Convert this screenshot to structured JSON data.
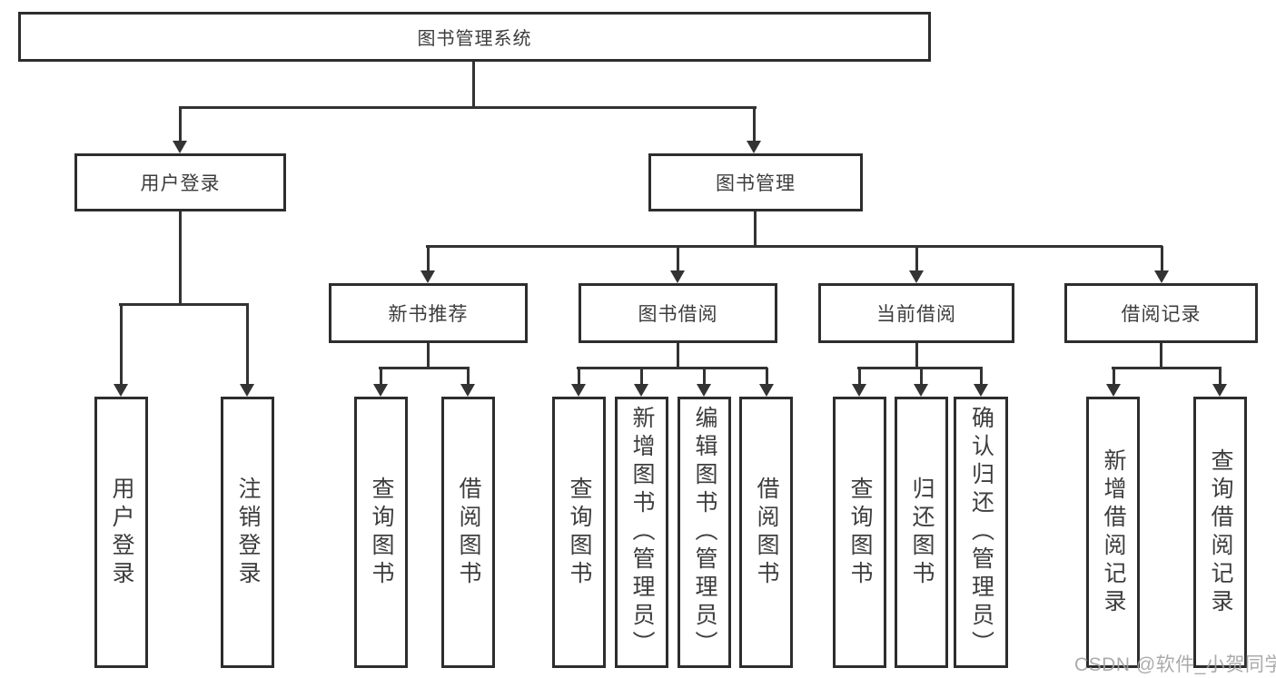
{
  "diagram": {
    "root": "图书管理系统",
    "level2": [
      {
        "label": "用户登录"
      },
      {
        "label": "图书管理"
      }
    ],
    "level3": [
      {
        "label": "新书推荐"
      },
      {
        "label": "图书借阅"
      },
      {
        "label": "当前借阅"
      },
      {
        "label": "借阅记录"
      }
    ],
    "leaves": [
      {
        "label": "用户登录"
      },
      {
        "label": "注销登录"
      },
      {
        "label": "查询图书"
      },
      {
        "label": "借阅图书"
      },
      {
        "label": "查询图书"
      },
      {
        "label": "新增图书（管理员）"
      },
      {
        "label": "编辑图书（管理员）"
      },
      {
        "label": "借阅图书"
      },
      {
        "label": "查询图书"
      },
      {
        "label": "归还图书"
      },
      {
        "label": "确认归还（管理员）"
      },
      {
        "label": "新增借阅记录"
      },
      {
        "label": "查询借阅记录"
      }
    ],
    "watermark": "CSDN @软件_小贺同学",
    "colors": {
      "line": "#333333",
      "border": "#2d2d2d",
      "text": "#3d3d3d",
      "watermark": "#a3a3a3",
      "background": "#ffffff"
    }
  }
}
